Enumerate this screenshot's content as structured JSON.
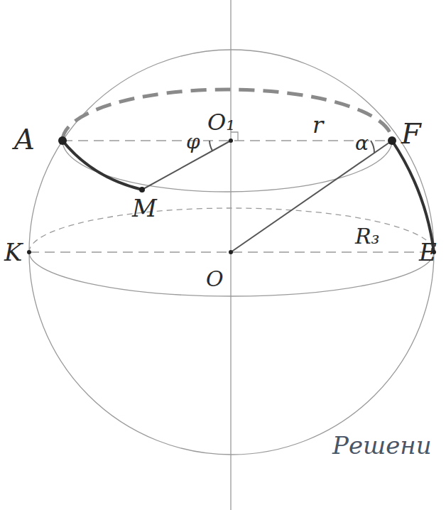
{
  "diagram": {
    "labels": [
      "A",
      "O₁",
      "r",
      "F",
      "φ",
      "α",
      "M",
      "K",
      "O",
      "R₃",
      "E",
      "Решени"
    ]
  }
}
